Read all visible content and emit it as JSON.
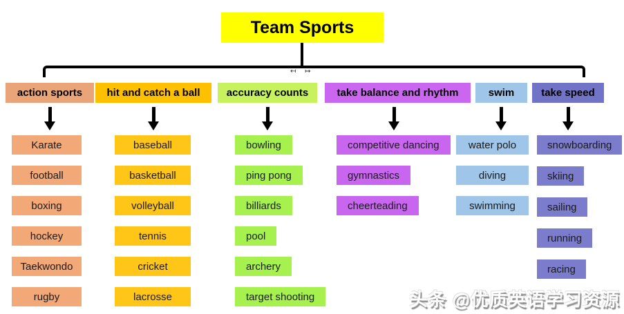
{
  "title": "Team Sports",
  "title_bg": "#ffff00",
  "connector_ticks": "↤ ↦",
  "watermark": "头条 @优质英语学习资源",
  "columns": [
    {
      "id": "action-sports",
      "label": "action sports",
      "header_bg": "#e9a478",
      "item_bg": "#f2a877",
      "items": [
        "Karate",
        "football",
        "boxing",
        "hockey",
        "Taekwondo",
        "rugby"
      ]
    },
    {
      "id": "hit-and-catch-a-ball",
      "label": "hit and catch a ball",
      "header_bg": "#ffc000",
      "item_bg": "#ffc617",
      "items": [
        "baseball",
        "basketball",
        "volleyball",
        "tennis",
        "cricket",
        "lacrosse"
      ]
    },
    {
      "id": "accuracy-counts",
      "label": "accuracy counts",
      "header_bg": "#c8f25d",
      "item_bg": "#a6f14e",
      "items": [
        "bowling",
        "ping pong",
        "billiards",
        "pool",
        "archery",
        "target shooting"
      ]
    },
    {
      "id": "take-balance-and-rhythm",
      "label": "take balance and rhythm",
      "header_bg": "#cb66f0",
      "item_bg": "#c966f0",
      "items": [
        "competitive dancing",
        "gymnastics",
        "cheerteading"
      ]
    },
    {
      "id": "swim",
      "label": "swim",
      "header_bg": "#9fc5e8",
      "item_bg": "#9fc5e8",
      "items": [
        "water polo",
        "diving",
        "swimming"
      ]
    },
    {
      "id": "take-speed",
      "label": "take speed",
      "header_bg": "#7173c6",
      "item_bg": "#7b7ccb",
      "items": [
        "snowboarding",
        "skiing",
        "sailing",
        "running",
        "racing"
      ]
    }
  ]
}
